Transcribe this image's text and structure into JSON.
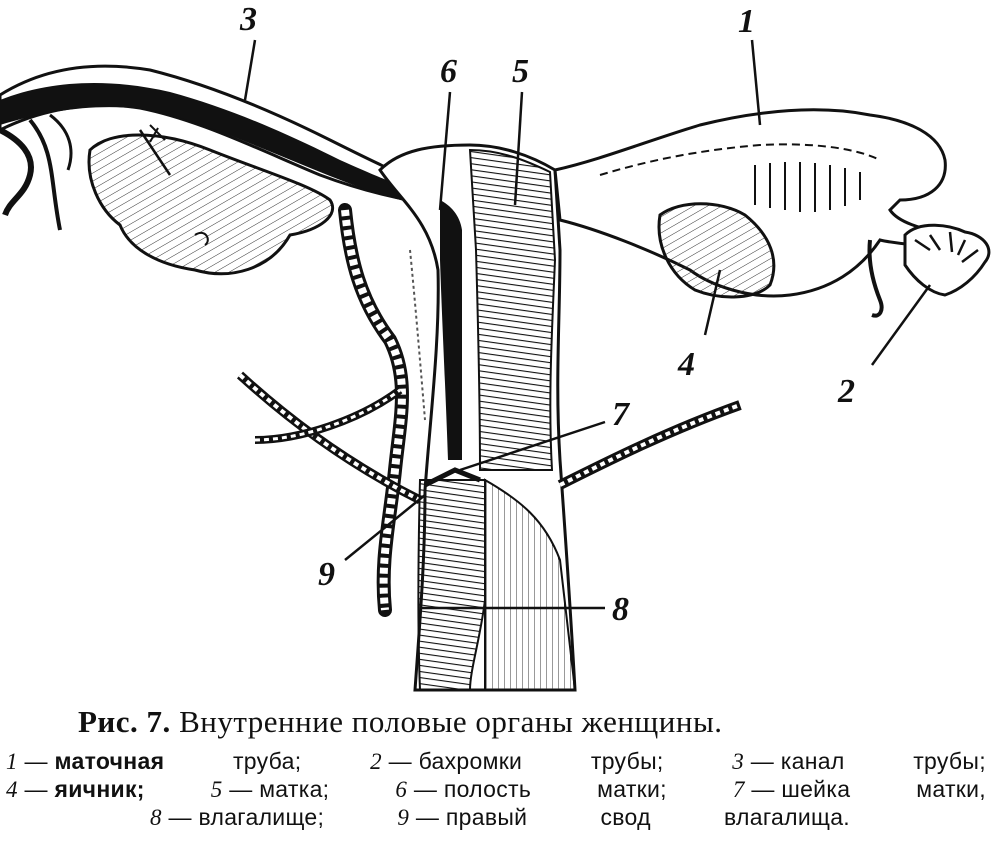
{
  "labels": {
    "l1": "1",
    "l2": "2",
    "l3": "3",
    "l4": "4",
    "l5": "5",
    "l6": "6",
    "l7": "7",
    "l8": "8",
    "l9": "9"
  },
  "caption": {
    "fig_label": "Рис. 7.",
    "title": "Внутренние половые органы женщины.",
    "line1": [
      {
        "num": "1",
        "text": "маточная",
        "bold": true
      },
      {
        "num": "",
        "text": "труба;"
      },
      {
        "num": "2",
        "text": "бахромки"
      },
      {
        "num": "",
        "text": "трубы;"
      },
      {
        "num": "3",
        "text": "канал"
      },
      {
        "num": "",
        "text": "трубы;"
      }
    ],
    "line2": [
      {
        "num": "4",
        "text": "яичник;",
        "bold": true
      },
      {
        "num": "5",
        "text": "матка;"
      },
      {
        "num": "6",
        "text": "полость"
      },
      {
        "num": "",
        "text": "матки;"
      },
      {
        "num": "7",
        "text": "шейка"
      },
      {
        "num": "",
        "text": "матки,"
      }
    ],
    "line3": [
      {
        "num": "8",
        "text": "влагалище;"
      },
      {
        "num": "9",
        "text": "правый"
      },
      {
        "num": "",
        "text": "свод"
      },
      {
        "num": "",
        "text": "влагалища."
      }
    ]
  }
}
